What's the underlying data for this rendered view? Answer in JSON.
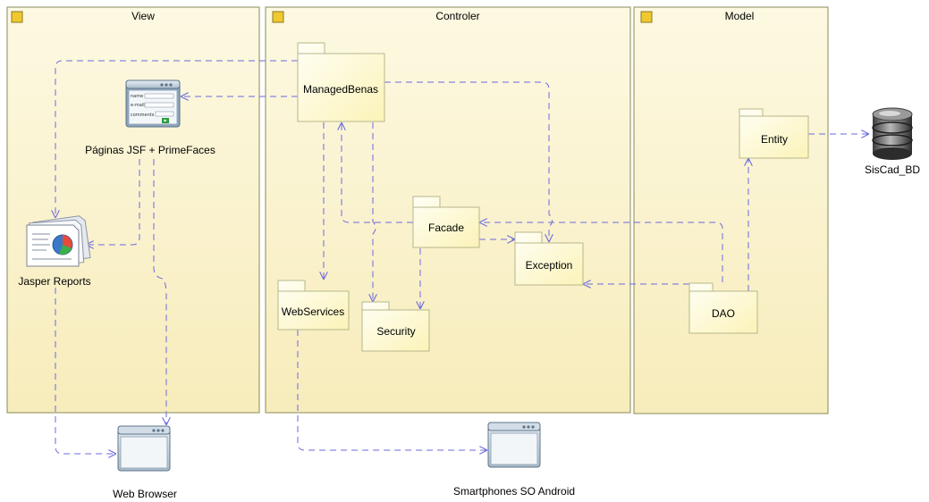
{
  "swimlanes": [
    {
      "id": "view",
      "title": "View"
    },
    {
      "id": "controller",
      "title": "Controler"
    },
    {
      "id": "model",
      "title": "Model"
    }
  ],
  "packages": [
    {
      "id": "managedbeans",
      "label": "ManagedBenas"
    },
    {
      "id": "facade",
      "label": "Facade"
    },
    {
      "id": "exception",
      "label": "Exception"
    },
    {
      "id": "webservices",
      "label": "WebServices"
    },
    {
      "id": "security",
      "label": "Security"
    },
    {
      "id": "dao",
      "label": "DAO"
    },
    {
      "id": "entity",
      "label": "Entity"
    }
  ],
  "artifacts": [
    {
      "id": "jsf_pages",
      "label": "Páginas JSF + PrimeFaces",
      "icon": "web-form-icon",
      "form_fields": [
        "name",
        "e-mail",
        "comments"
      ]
    },
    {
      "id": "jasper",
      "label": "Jasper Reports",
      "icon": "report-document-icon"
    },
    {
      "id": "web_browser",
      "label": "Web Browser",
      "icon": "browser-window-icon"
    },
    {
      "id": "smartphones",
      "label": "Smartphones SO Android",
      "icon": "browser-window-icon"
    },
    {
      "id": "database",
      "label": "SisCad_BD",
      "icon": "database-icon"
    }
  ],
  "dependencies": [
    {
      "from": "managedbeans",
      "to": "jsf_pages"
    },
    {
      "from": "managedbeans",
      "to": "jasper"
    },
    {
      "from": "managedbeans",
      "to": "webservices"
    },
    {
      "from": "managedbeans",
      "to": "security"
    },
    {
      "from": "managedbeans",
      "to": "exception"
    },
    {
      "from": "jsf_pages",
      "to": "jasper"
    },
    {
      "from": "jsf_pages",
      "to": "web_browser"
    },
    {
      "from": "jasper",
      "to": "web_browser"
    },
    {
      "from": "facade",
      "to": "managedbeans"
    },
    {
      "from": "facade",
      "to": "exception"
    },
    {
      "from": "facade",
      "to": "security"
    },
    {
      "from": "dao",
      "to": "facade"
    },
    {
      "from": "dao",
      "to": "exception"
    },
    {
      "from": "dao",
      "to": "entity"
    },
    {
      "from": "entity",
      "to": "database"
    },
    {
      "from": "webservices",
      "to": "smartphones"
    }
  ],
  "colors": {
    "lane_border": "#8a8a5a",
    "lane_fill_top": "#fdf8dc",
    "lane_fill_bottom": "#f8eec0",
    "package_fill_top": "#fffff2",
    "package_fill_bottom": "#fbf4bf",
    "package_border": "#b7b78a",
    "dependency": "#6a6ae0",
    "icon_gold": "#f0c830"
  }
}
